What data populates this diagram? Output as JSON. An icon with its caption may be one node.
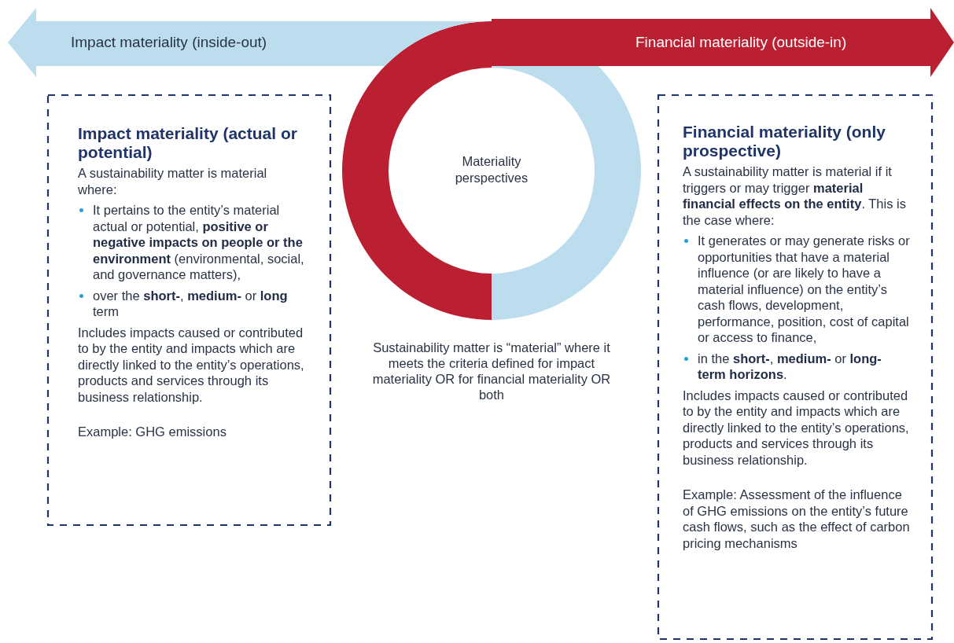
{
  "diagram": {
    "nodes": [
      {
        "text": [
          "Impact materiality (inside-out)"
        ]
      },
      {
        "text": [
          "Financial materiality (outside-in)"
        ]
      },
      {
        "text": [
          "Materiality perspectives"
        ],
        "beside": [
          "Sustainability matter is “material” where it meets the criteria defined for impact materiality OR for financial materiality OR both"
        ]
      },
      {
        "text": [
          "Impact materiality (actual or potential)",
          "A sustainability matter is material where:",
          "It pertains to the entity’s material actual or potential, **positive or negative impacts on people or the environment** (environmental, social, and governance matters),",
          "over the **short-**, **medium-** or **long** term",
          "Includes impacts caused or contributed to by the entity and impacts which are directly linked to the entity’s operations, products and services through its business relationship.",
          "Example: GHG emissions"
        ]
      },
      {
        "text": [
          "Financial materiality (only prospective)",
          "A sustainability matter is material if it triggers or may trigger **material financial effects on the entity**. This is the case where:",
          "It generates or may generate risks or opportunities that have a material influence (or are likely to have a material influence) on the entity’s cash flows, development, performance, position, cost of capital or access to finance,",
          "in the **short-**, **medium-** or **long- term horizons**.",
          "Includes impacts caused or contributed to by the entity and impacts which are directly linked to the entity’s operations, products and services through its business relationship.",
          "Example: Assessment of the influence of GHG emissions on the entity’s future cash flows, such as the effect of carbon pricing mechanisms"
        ]
      }
    ]
  }
}
